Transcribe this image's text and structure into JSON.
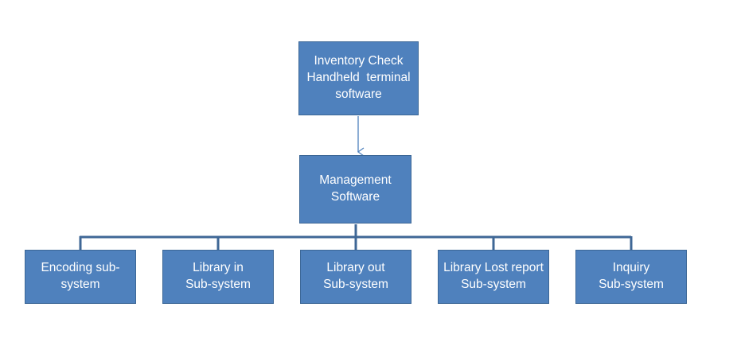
{
  "colors": {
    "box_fill": "#4f81bd",
    "box_border": "#3c6796",
    "connector": "#3f6796",
    "text": "#ffffff"
  },
  "diagram": {
    "top_node": {
      "line1": "Inventory Check",
      "line2": "Handheld  terminal",
      "line3": "software"
    },
    "middle_node": {
      "line1": "Management",
      "line2": "Software"
    },
    "subsystems": [
      {
        "line1": "Encoding sub-",
        "line2": "system"
      },
      {
        "line1": "Library in",
        "line2": "Sub-system"
      },
      {
        "line1": "Library out",
        "line2": "Sub-system"
      },
      {
        "line1": "Library Lost report",
        "line2": "Sub-system"
      },
      {
        "line1": "Inquiry",
        "line2": "Sub-system"
      }
    ]
  }
}
